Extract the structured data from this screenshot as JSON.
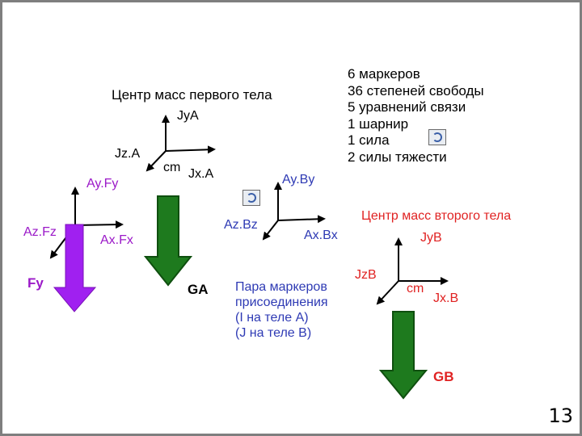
{
  "labels": {
    "cm1_title": "Центр масс первого тела",
    "jya": "JyA",
    "jza": "Jz.A",
    "cm1": "cm",
    "jxa": "Jx.A",
    "ayfy": "Ay.Fy",
    "azfz": "Az.Fz",
    "axfx": "Ax.Fx",
    "fy": "Fy",
    "ga": "GA",
    "ayby": "Ay.By",
    "azbz": "Az.Bz",
    "axbx": "Ax.Bx",
    "cm2_title": "Центр масс второго тела",
    "jyb": "JyB",
    "jzb": "JzB",
    "cm2": "cm",
    "jxb": "Jx.B",
    "gb": "GB"
  },
  "summary": {
    "line1": "6 маркеров",
    "line2": "36 степеней свободы",
    "line3": "5 уравнений связи",
    "line4": "1 шарнир",
    "line5": "1 сила",
    "line6": "2 силы тяжести"
  },
  "note": {
    "line1": "Пара маркеров",
    "line2": "присоединения",
    "line3": "(I на теле A)",
    "line4": "(J на теле B)"
  },
  "page_number": "13",
  "colors": {
    "gravity_arrow": "#1e7a1e",
    "force_arrow": "#a020f0",
    "purple_text": "#9b19c8",
    "blue_text": "#2e3ab4",
    "red_text": "#e02222"
  },
  "icons": [
    "joint-icon",
    "joint-icon"
  ]
}
